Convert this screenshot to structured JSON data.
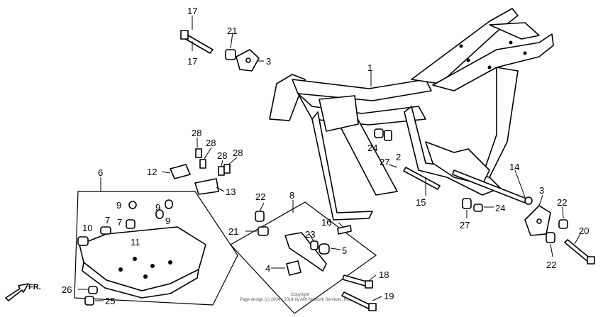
{
  "diagram": {
    "callouts": [
      "17",
      "21",
      "3",
      "17",
      "1",
      "28",
      "28",
      "28",
      "28",
      "24",
      "27",
      "2",
      "6",
      "12",
      "13",
      "14",
      "3",
      "22",
      "8",
      "9",
      "9",
      "9",
      "16",
      "7",
      "7",
      "10",
      "11",
      "21",
      "23",
      "5",
      "15",
      "24",
      "22",
      "27",
      "20",
      "22",
      "4",
      "18",
      "26",
      "25",
      "19"
    ],
    "direction_label": "FR.",
    "copyright_line1": "Copyright",
    "copyright_line2": "Page design (c) 2004 - 2014 by ARI Network Services, Inc."
  }
}
